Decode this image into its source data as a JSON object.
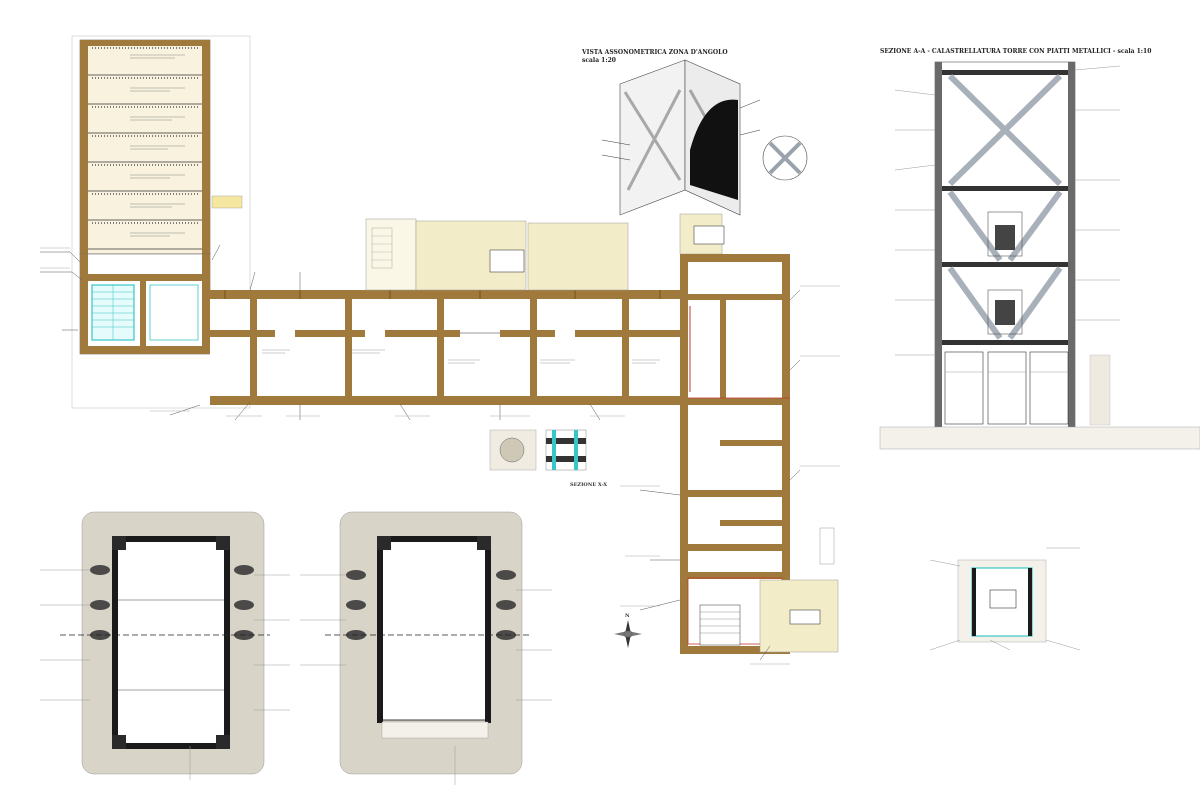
{
  "drawing": {
    "axonometric_title": "VISTA ASSONOMETRICA ZONA D'ANGOLO",
    "axonometric_scale": "scala 1:20",
    "section_title": "SEZIONE A-A - CALASTRELLATURA TORRE CON PIATTI METALLICI - scala 1:10",
    "section_label": "SEZIONE X-X",
    "compass": "N"
  },
  "colors": {
    "wall": "#a07a3c",
    "beige_building": "#f3ecc8",
    "steel": "#1a1a1a",
    "stone": "#d9d4c8",
    "cyan_stair": "#39c6c6",
    "red_line": "#c0392b",
    "background": "#ffffff"
  },
  "icons": [
    "compass-rose-icon",
    "section-marker-icon"
  ]
}
